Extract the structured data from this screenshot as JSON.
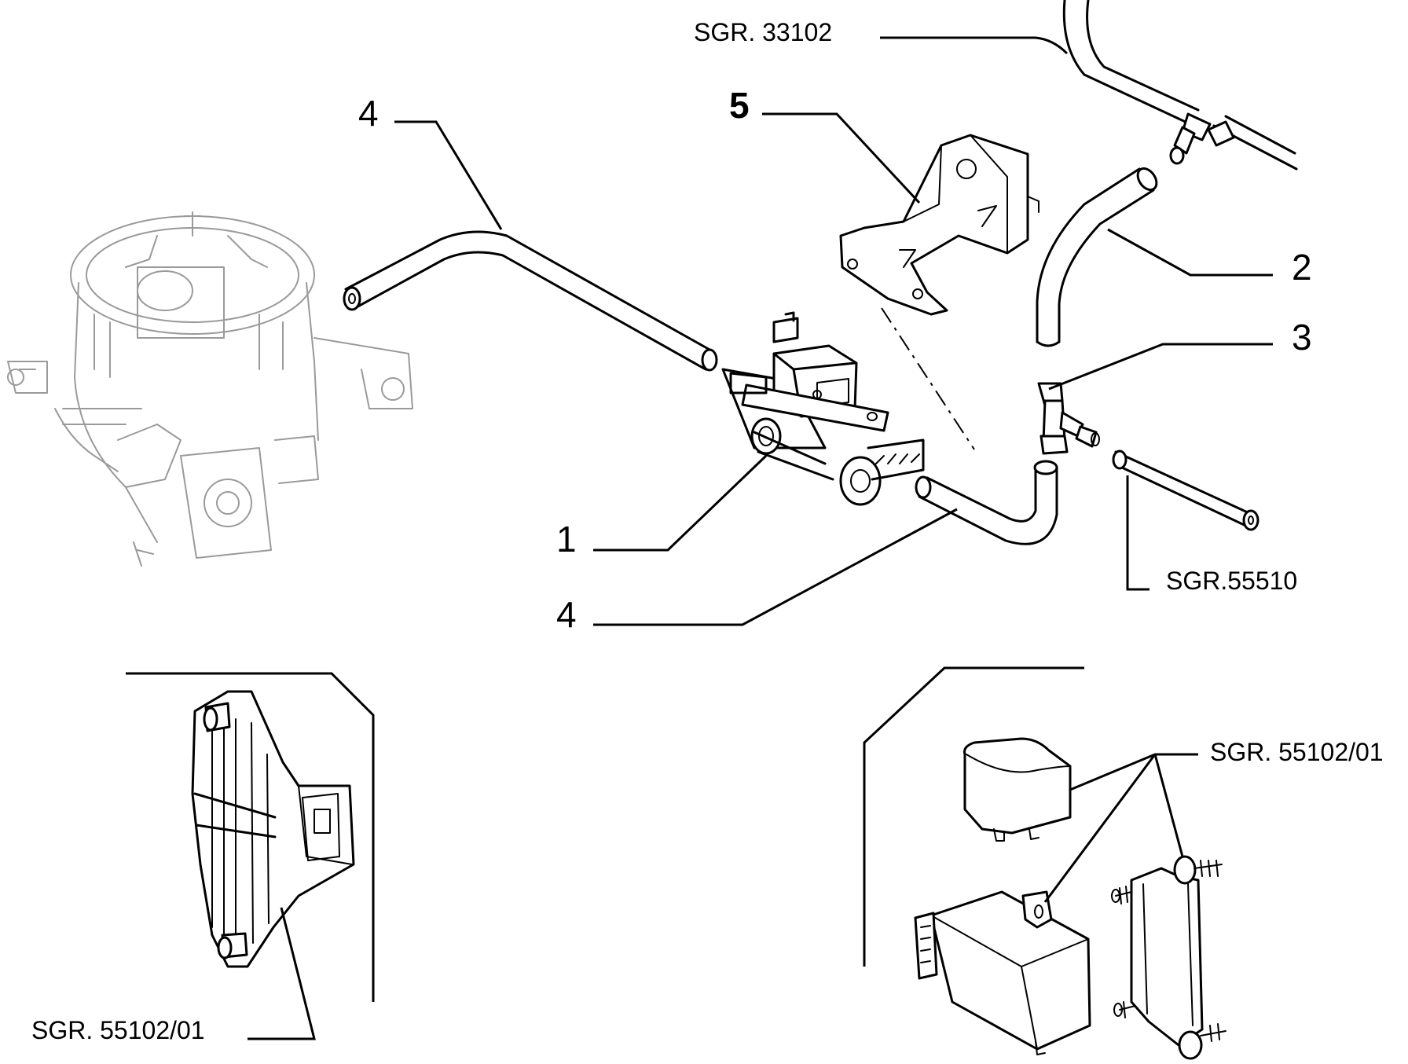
{
  "callouts": {
    "part_1": "1",
    "part_2": "2",
    "part_3": "3",
    "part_4_top": "4",
    "part_4_bottom": "4",
    "part_5": "5"
  },
  "references": {
    "sgr_33102": "SGR. 33102",
    "sgr_55510": "SGR.55510",
    "sgr_55102_01_right": "SGR. 55102/01",
    "sgr_55102_01_left": "SGR. 55102/01"
  }
}
